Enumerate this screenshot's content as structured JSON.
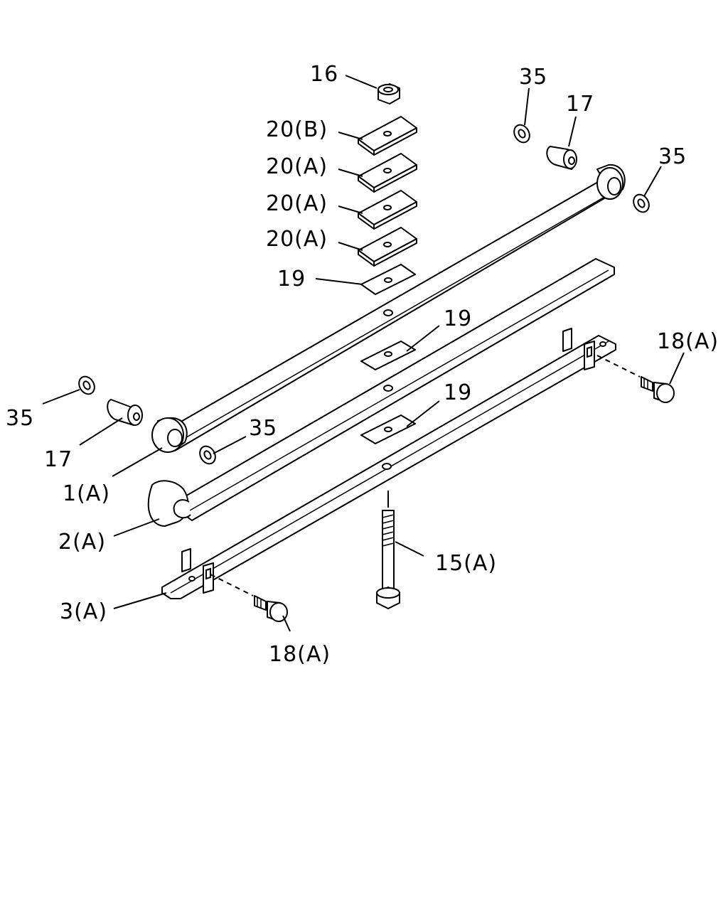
{
  "labels": {
    "p16": "16",
    "p20b": "20(B)",
    "p20a_1": "20(A)",
    "p20a_2": "20(A)",
    "p20a_3": "20(A)",
    "p19_top": "19",
    "p19_mid": "19",
    "p19_low": "19",
    "p35_tr1": "35",
    "p17_tr": "17",
    "p35_tr2": "35",
    "p18a_right": "18(A)",
    "p35_left": "35",
    "p17_left": "17",
    "p35_mid": "35",
    "p1a": "1(A)",
    "p2a": "2(A)",
    "p15a": "15(A)",
    "p3a": "3(A)",
    "p18a_bottom": "18(A)"
  }
}
